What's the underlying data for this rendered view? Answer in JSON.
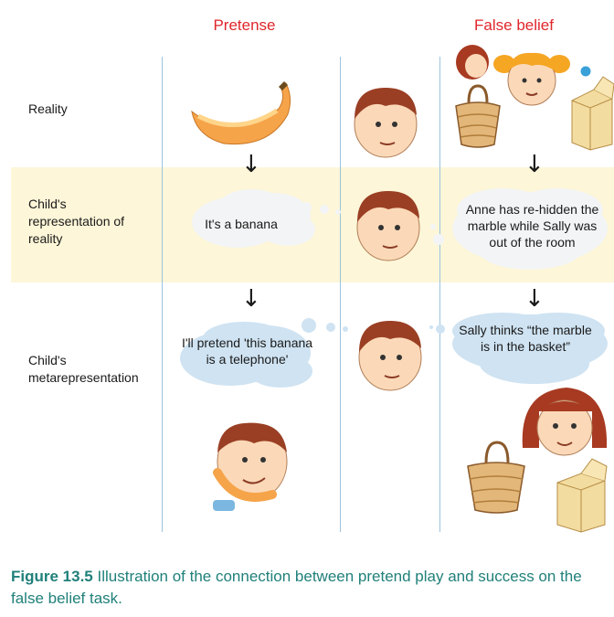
{
  "columns": {
    "pretense": "Pretense",
    "false_belief": "False belief"
  },
  "rows": {
    "reality": "Reality",
    "representation": [
      "Child's",
      "representation of",
      "reality"
    ],
    "metarepresentation": [
      "Child's",
      "metarepresentation"
    ]
  },
  "bubbles": {
    "pretense_representation": "It's a banana",
    "pretense_meta": [
      "I'll pretend 'this banana",
      "is a telephone'"
    ],
    "false_belief_representation": [
      "Anne has re-hidden the",
      "marble while Sally was",
      "out of the room"
    ],
    "false_belief_meta": [
      "Sally thinks “the marble",
      "is in the basket”"
    ]
  },
  "caption": {
    "label": "Figure 13.5",
    "text": "Illustration of the connection between pretend play and success on the false belief task."
  },
  "colors": {
    "heading": "#e0262b",
    "band": "#fdf6d8",
    "bubble_light": "#eef1f3",
    "bubble_blue": "#cfe3f2",
    "caption": "#20807a"
  },
  "icons": [
    "banana-icon",
    "boy-face-icon",
    "girl-face-icon",
    "basket-icon",
    "box-icon",
    "marble-icon",
    "down-arrow-icon"
  ]
}
